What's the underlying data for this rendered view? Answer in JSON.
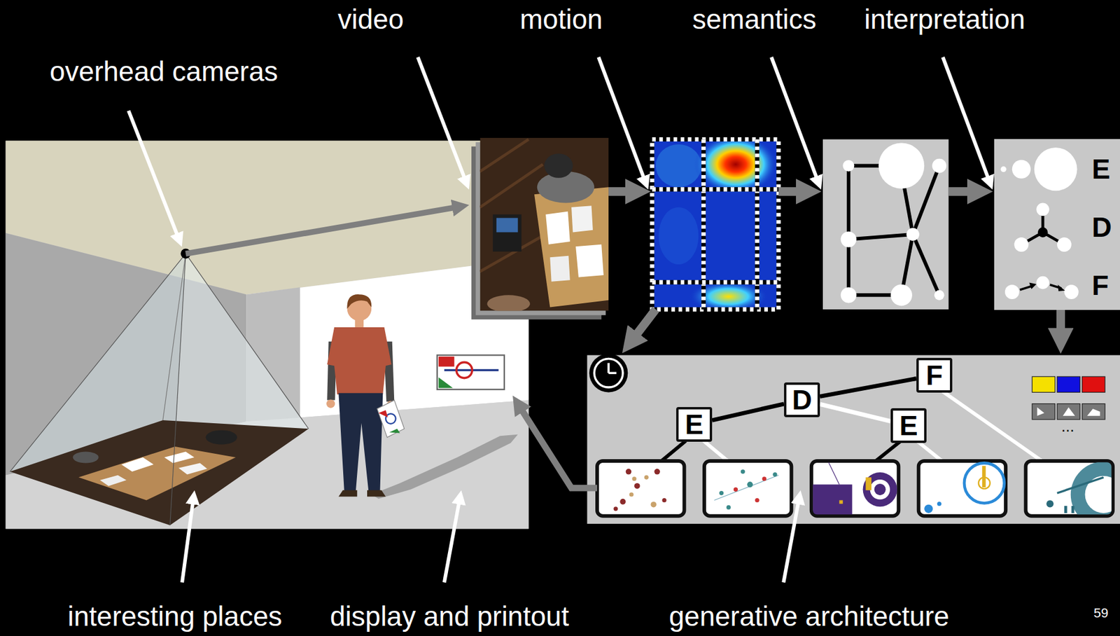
{
  "diagram": {
    "nodes": [
      {
        "text": [
          "E",
          "D",
          "F"
        ]
      },
      {
        "text": [
          "F"
        ]
      },
      {
        "text": [
          "D"
        ]
      },
      {
        "text": [
          "E"
        ]
      },
      {
        "text": [
          "E"
        ]
      }
    ],
    "edges": [
      {
        "from": 2,
        "to": 1,
        "arrow": "none"
      },
      {
        "from": 3,
        "to": 2,
        "arrow": "none"
      },
      {
        "from": 2,
        "to": 4,
        "arrow": "none"
      }
    ],
    "labels": [
      "overhead cameras",
      "video",
      "motion",
      "semantics",
      "interpretation",
      "interesting places",
      "display and printout",
      "generative architecture",
      "...",
      "59"
    ]
  }
}
